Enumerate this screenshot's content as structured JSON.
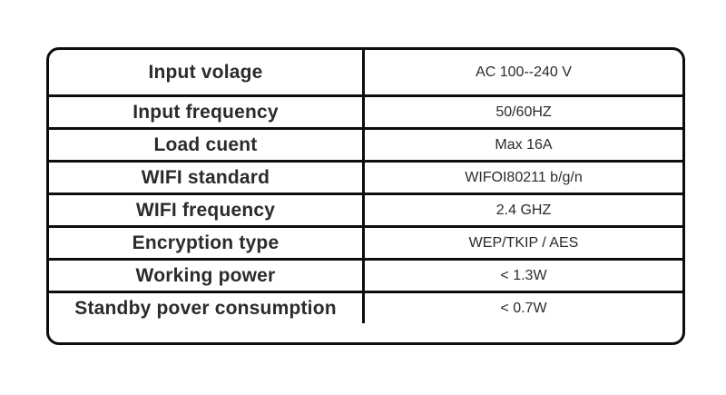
{
  "table": {
    "colors": {
      "border": "#0d0d0d",
      "label_text": "#2b2b2b",
      "value_text": "#2b2b2b",
      "background": "#ffffff"
    },
    "rows": [
      {
        "label": "Input volage",
        "value": "AC 100--240 V"
      },
      {
        "label": "Input frequency",
        "value": "50/60HZ"
      },
      {
        "label": "Load cuent",
        "value": "Max 16A"
      },
      {
        "label": "WIFI standard",
        "value": "WIFOI80211 b/g/n"
      },
      {
        "label": "WIFI frequency",
        "value": "2.4 GHZ"
      },
      {
        "label": "Encryption type",
        "value": "WEP/TKIP / AES"
      },
      {
        "label": "Working power",
        "value": "< 1.3W"
      },
      {
        "label": "Standby pover consumption",
        "value": "< 0.7W"
      }
    ]
  }
}
